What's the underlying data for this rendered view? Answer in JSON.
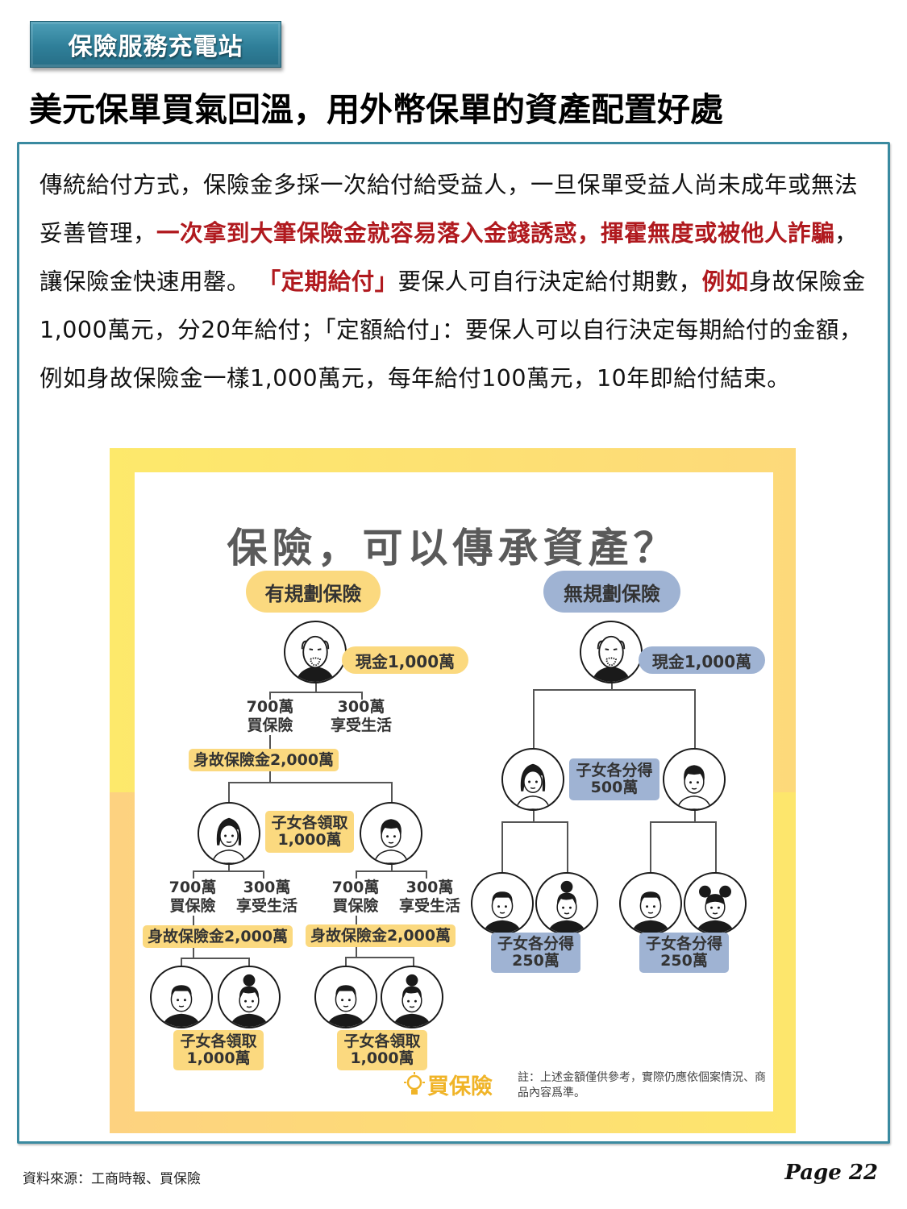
{
  "header": {
    "section_tag": "保險服務充電站",
    "title": "美元保單買氣回溫，用外幣保單的資產配置好處"
  },
  "body": {
    "segments": [
      {
        "text": "傳統給付方式，保險金多採一次給付給受益人，一旦保單受益人尚未成年或無法妥善管理，",
        "highlight": false
      },
      {
        "text": "一次拿到大筆保險金就容易落入金錢誘惑，揮霍無度或被他人詐騙",
        "highlight": true
      },
      {
        "text": "，讓保險金快速用罄。 ",
        "highlight": false
      },
      {
        "text": "「定期給付」",
        "highlight": true
      },
      {
        "text": "要保人可自行決定給付期數，",
        "highlight": false
      },
      {
        "text": "例如",
        "highlight": true
      },
      {
        "text": "身故保險金1,000萬元，分20年給付；「定額給付」：要保人可以自行決定每期給付的金額，例如身故保險金一樣1,000萬元，每年給付100萬元，10年即給付結束。",
        "highlight": false
      }
    ],
    "highlight_color": "#b0191e"
  },
  "infographic": {
    "title": "保險，可以傳承資產？",
    "planned": {
      "label": "有規劃保險",
      "cash": "現金1,000萬",
      "split_left": {
        "amount": "700萬",
        "use": "買保險"
      },
      "split_right": {
        "amount": "300萬",
        "use": "享受生活"
      },
      "death_benefit": "身故保險金2,000萬",
      "children_receive": {
        "line1": "子女各領取",
        "line2": "1,000萬"
      },
      "gen2_left": {
        "split_left": {
          "amount": "700萬",
          "use": "買保險"
        },
        "split_right": {
          "amount": "300萬",
          "use": "享受生活"
        },
        "death_benefit": "身故保險金2,000萬",
        "children_receive": {
          "line1": "子女各領取",
          "line2": "1,000萬"
        }
      },
      "gen2_right": {
        "split_left": {
          "amount": "700萬",
          "use": "買保險"
        },
        "split_right": {
          "amount": "300萬",
          "use": "享受生活"
        },
        "death_benefit": "身故保險金2,000萬",
        "children_receive": {
          "line1": "子女各領取",
          "line2": "1,000萬"
        }
      }
    },
    "unplanned": {
      "label": "無規劃保險",
      "cash": "現金1,000萬",
      "children_share": {
        "line1": "子女各分得",
        "line2": "500萬"
      },
      "gen2_left_share": {
        "line1": "子女各分得",
        "line2": "250萬"
      },
      "gen2_right_share": {
        "line1": "子女各分得",
        "line2": "250萬"
      }
    },
    "brand": "買保險",
    "note": "註：上述金額僅供參考，實際仍應依個案情況、商品內容爲準。",
    "colors": {
      "yellow": "#fbd97f",
      "blue": "#9fb3d3",
      "frame": "#fde96b"
    }
  },
  "footer": {
    "source": "資料來源：工商時報、買保險",
    "page": "Page 22"
  }
}
